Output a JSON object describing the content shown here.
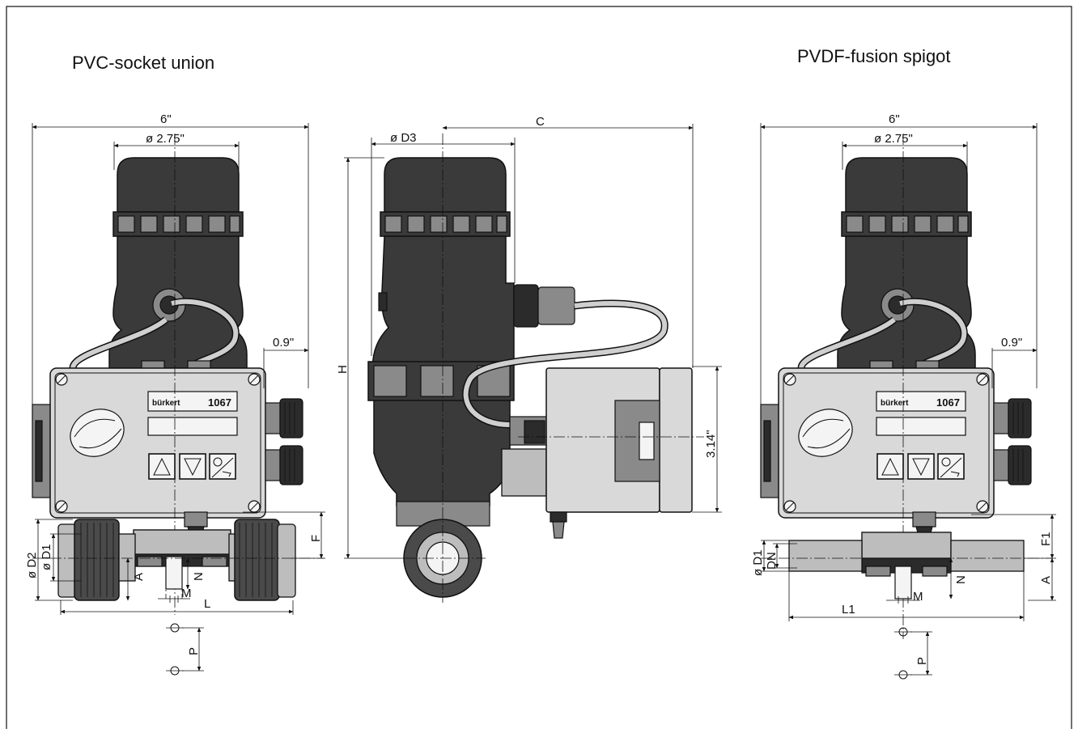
{
  "titles": {
    "left": "PVC-socket union",
    "right": "PVDF-fusion spigot"
  },
  "brand": {
    "name": "bürkert",
    "model": "1067"
  },
  "left_view": {
    "width": "6\"",
    "head_diameter": "ø 2.75\"",
    "gland_offset": "0.9\"",
    "d2": "ø D2",
    "d1": "ø D1",
    "a": "A",
    "n": "N",
    "m": "M",
    "f": "F",
    "l": "L",
    "p": "P"
  },
  "middle_view": {
    "d3": "ø D3",
    "c": "C",
    "h": "H",
    "actuator_height": "3.14\""
  },
  "right_view": {
    "width": "6\"",
    "head_diameter": "ø 2.75\"",
    "gland_offset": "0.9\"",
    "d1": "ø D1",
    "dn": "DN",
    "n": "N",
    "m": "M",
    "f1": "F1",
    "a": "A",
    "l1": "L1",
    "p": "P"
  }
}
